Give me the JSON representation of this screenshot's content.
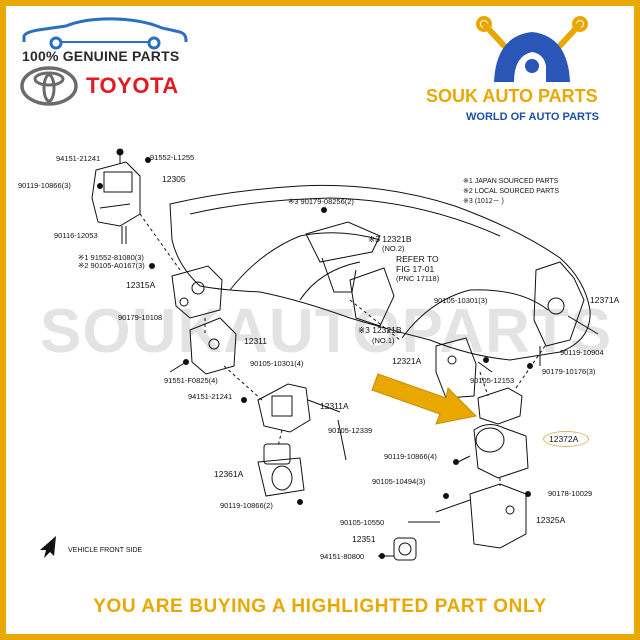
{
  "branding": {
    "genuine_text": "100% GENUINE PARTS",
    "brand_name": "TOYOTA",
    "seller_name": "SOUK AUTO PARTS",
    "seller_tagline": "WORLD OF AUTO PARTS",
    "watermark": "SOUKAUTOPARTS",
    "accent_color": "#e9a800",
    "toyota_red": "#e01b22",
    "tagline_blue": "#1c4fa6"
  },
  "legend": [
    "※1 JAPAN SOURCED PARTS",
    "※2 LOCAL SOURCED PARTS",
    "※3 (1012－      )"
  ],
  "labels": {
    "p1": "94151-21241",
    "p2": "91552-L1255",
    "p3": "90119-10866(3)",
    "p4": "12305",
    "p5": "90116-12053",
    "p6": "※1 91552-81080(3)",
    "p7": "※2 90105-A0167(3)",
    "p8": "12315A",
    "p9": "90179-10108",
    "p10": "12311",
    "p11": "91551-F0825(4)",
    "p12": "90105-10301(4)",
    "p13": "94151-21241",
    "p14": "12311A",
    "p15": "90105-12339",
    "p16": "12361A",
    "p17": "90119-10866(2)",
    "p18": "※3  90179-08256(2)",
    "p19": "※3 12321B",
    "p20": "(NO.2)",
    "p21": "REFER TO",
    "p22": "FIG 17-01",
    "p23": "(PNC 17118)",
    "p24": "※3 12321B",
    "p25": "(NO.1)",
    "p26": "90105-10301(3)",
    "p27": "12371A",
    "p28": "12321A",
    "p29": "90105-12153",
    "p30": "90119-10904",
    "p31": "90179-10176(3)",
    "p32": "12372A",
    "p33": "90119-10866(4)",
    "p34": "90105-10494(3)",
    "p35": "90178-10029",
    "p36": "12325A",
    "p37": "90105-10550",
    "p38": "12351",
    "p39": "94151-80800"
  },
  "front_label": "VEHICLE FRONT SIDE",
  "bottom_banner": "YOU ARE BUYING A HIGHLIGHTED PART ONLY"
}
